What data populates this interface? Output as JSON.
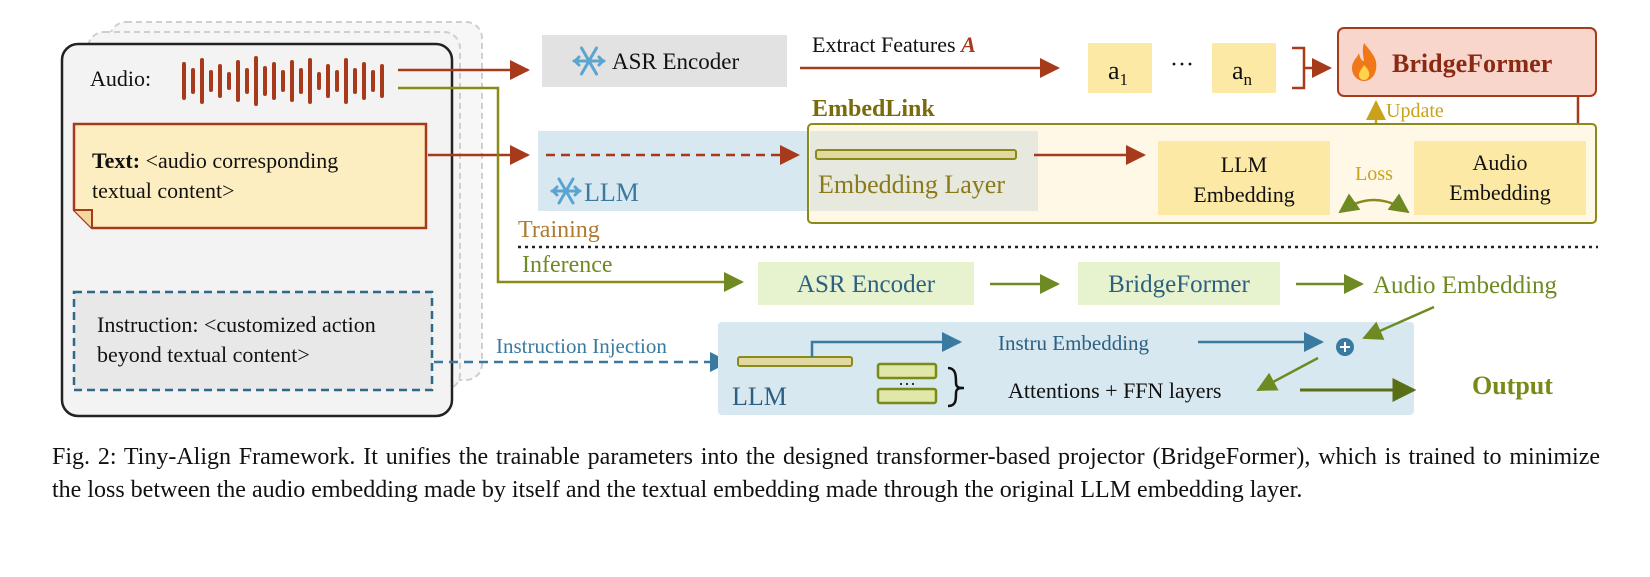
{
  "colors": {
    "red": "#a83a1c",
    "olive": "#8a8a1a",
    "green": "#6f8a22",
    "blue": "#3a7aa0",
    "darkblue": "#2c5f80",
    "title_olive": "#7a6a0a",
    "embed_fill": "#fde9a6",
    "gray_fill": "#e2e2e2",
    "light_blue": "#d7e8f1",
    "light_green": "#e7f3cf",
    "bridge_fill": "#f9d6cb"
  },
  "input": {
    "audio_label": "Audio:",
    "text_label": "Text:",
    "text_content_1": " <audio corresponding",
    "text_content_2": "textual content>",
    "instruction_label": "Instruction:",
    "instruction_content_1": " <customized action",
    "instruction_content_2": "beyond textual content>"
  },
  "training": {
    "asr_encoder": "ASR Encoder",
    "asr_icon": "snowflake-icon",
    "extract_features": "Extract Features ",
    "extract_features_var": "A",
    "a1": "a",
    "a1_sub": "1",
    "dots": "···",
    "an": "a",
    "an_sub": "n",
    "bridgeformer": "BridgeFormer",
    "bridge_icon": "flame-icon",
    "update": "Update",
    "embedlink": "EmbedLink",
    "llm": "LLM",
    "llm_icon": "snowflake-icon",
    "embedding_layer": "Embedding Layer",
    "llm_embedding_1": "LLM",
    "llm_embedding_2": "Embedding",
    "loss": "Loss",
    "audio_embedding_1": "Audio",
    "audio_embedding_2": "Embedding",
    "training_label": "Training",
    "inference_label": "Inference"
  },
  "inference": {
    "asr_encoder": "ASR Encoder",
    "bridgeformer": "BridgeFormer",
    "audio_embedding": "Audio Embedding",
    "instruction_injection": "Instruction Injection",
    "instru_embedding": "Instru Embedding",
    "attentions_ffn": "Attentions + FFN layers",
    "llm": "LLM",
    "stack_dots": "···",
    "output": "Output",
    "plus_icon": "plus-circle-icon"
  },
  "caption": {
    "prefix": "Fig. 2: Tiny-Align Framework. ",
    "body": "It unifies the trainable parameters into the designed transformer-based projector (BridgeFormer), which is trained to minimize the loss between the audio embedding made by itself and the textual embedding made through the original LLM embedding layer."
  }
}
